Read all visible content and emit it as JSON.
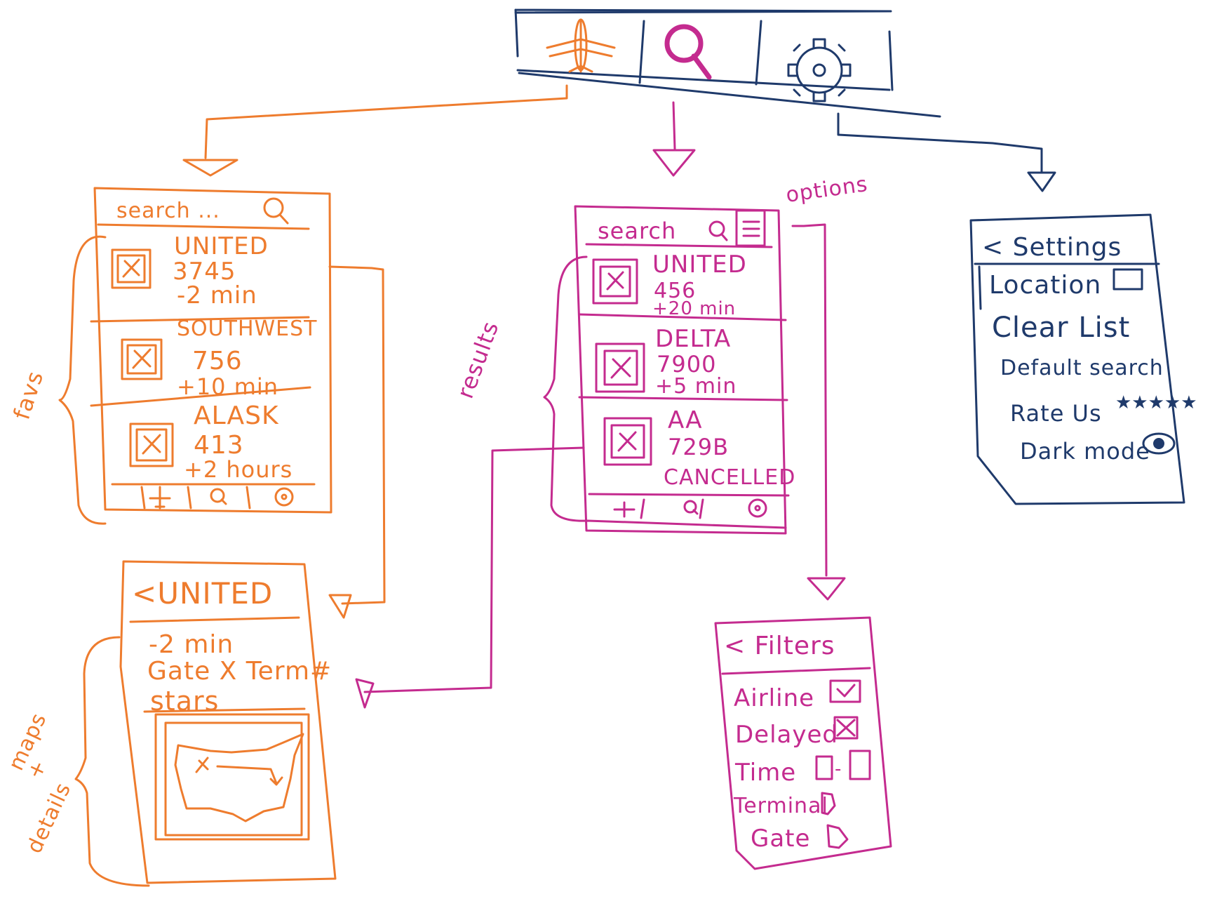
{
  "colors": {
    "favorites": "#ee7c2e",
    "search": "#c42b8f",
    "settings": "#1f3a6b"
  },
  "top_nav": {
    "icons": [
      "airplane-icon",
      "search-icon",
      "gear-icon"
    ]
  },
  "favs_screen": {
    "search_placeholder": "search ...",
    "items": [
      {
        "airline": "UNITED",
        "flight": "3745",
        "status": "-2 min"
      },
      {
        "airline": "SOUTHWEST",
        "flight": "756",
        "status": "+10 min"
      },
      {
        "airline": "ALASK",
        "flight": "413",
        "status": "+2 hours"
      }
    ],
    "side_label": "favs"
  },
  "search_screen": {
    "search_placeholder": "search",
    "options_label": "options",
    "side_label": "results",
    "items": [
      {
        "airline": "UNITED",
        "flight": "456",
        "status": "+20 min"
      },
      {
        "airline": "DELTA",
        "flight": "7900",
        "status": "+5 min"
      },
      {
        "airline": "AA",
        "flight": "729B",
        "status": "CANCELLED"
      }
    ]
  },
  "settings_screen": {
    "title": "< Settings",
    "items": [
      "Location",
      "Clear List",
      "Default search",
      "Rate Us",
      "Dark mode"
    ]
  },
  "details_screen": {
    "title": "<UNITED",
    "lines": [
      "-2 min",
      "Gate X Term#",
      "stars"
    ],
    "side_label_1": "maps",
    "side_label_2": "+",
    "side_label_3": "details"
  },
  "filters_screen": {
    "title": "< Filters",
    "items": [
      "Airline",
      "Delayed",
      "Time",
      "Terminal",
      "Gate"
    ],
    "time_separator": "-"
  }
}
